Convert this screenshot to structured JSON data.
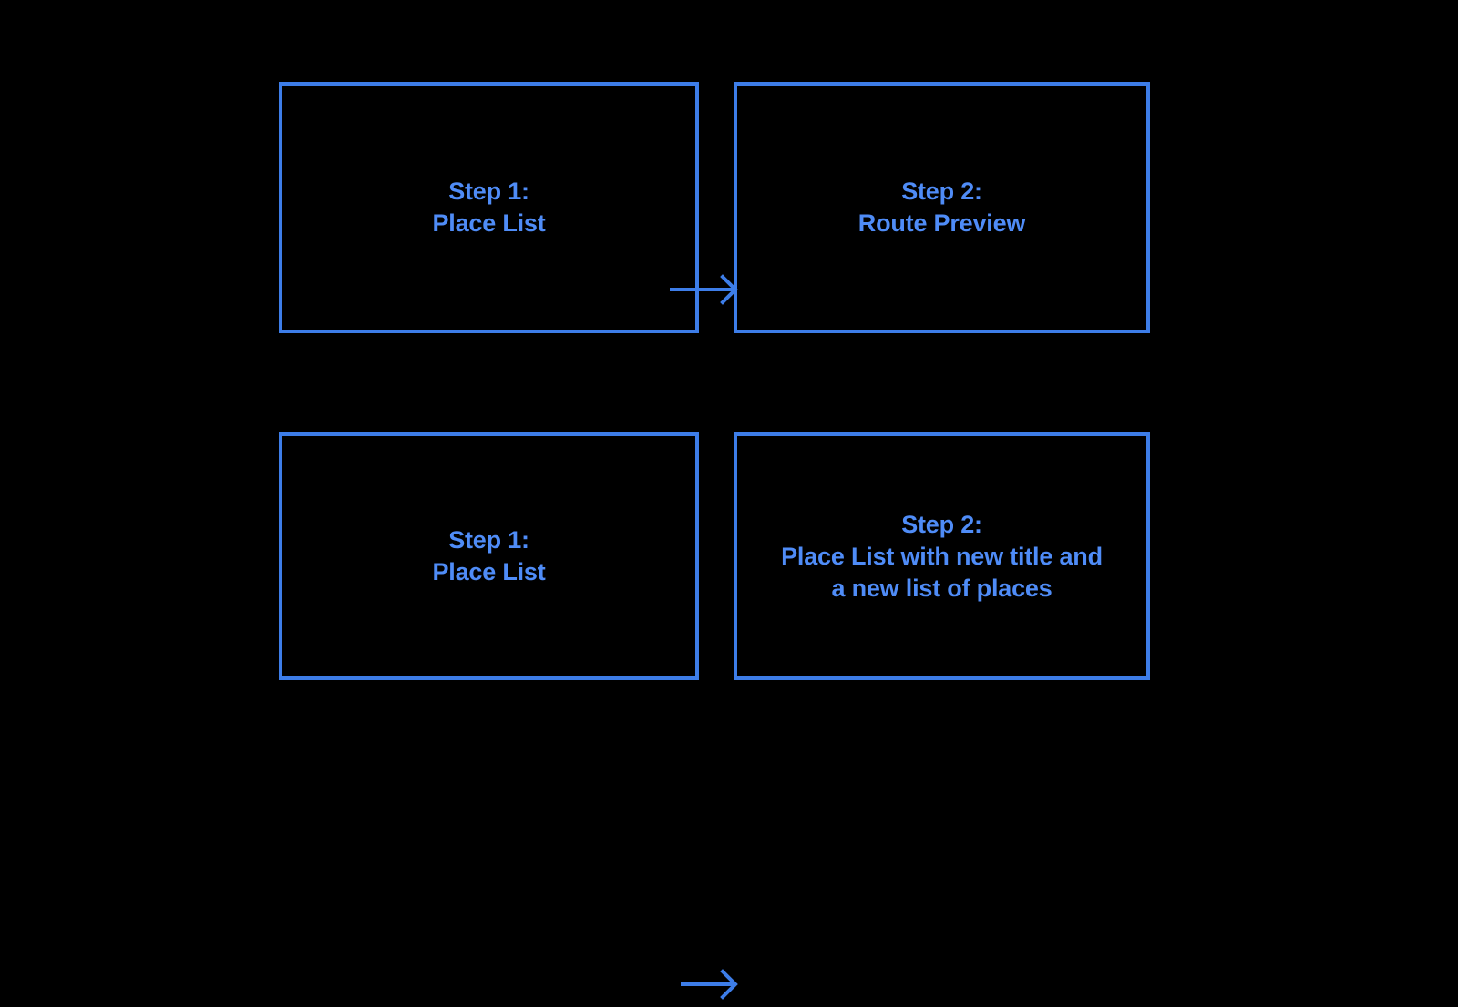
{
  "diagram": {
    "title": "Two-flow step diagram",
    "background_color": "#000000",
    "accent_color": "#3d7de8",
    "text_color": "#4f8cf7",
    "flows": [
      {
        "name": "route-preview-flow",
        "nodes": [
          {
            "id": "flow1-step1",
            "label": "Step 1:\nPlace List"
          },
          {
            "id": "flow1-step2",
            "label": "Step 2:\nRoute Preview"
          }
        ],
        "connector": {
          "name": "arrow-right-icon",
          "from": "flow1-step1",
          "to": "flow1-step2"
        }
      },
      {
        "name": "new-place-list-flow",
        "nodes": [
          {
            "id": "flow2-step1",
            "label": "Step 1:\nPlace List"
          },
          {
            "id": "flow2-step2",
            "label": "Step 2:\nPlace List with new title and\na new list of places"
          }
        ],
        "connector": {
          "name": "arrow-right-icon",
          "from": "flow2-step1",
          "to": "flow2-step2"
        }
      }
    ]
  }
}
